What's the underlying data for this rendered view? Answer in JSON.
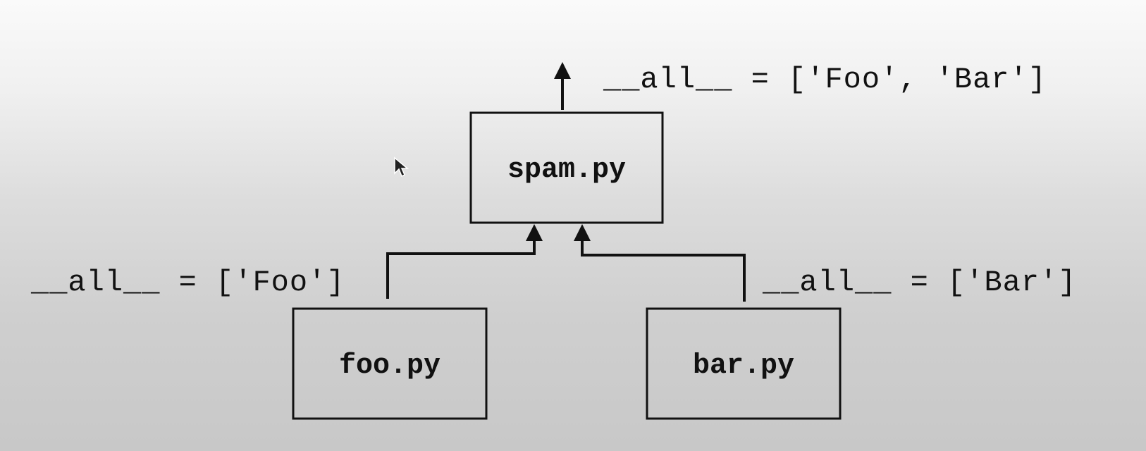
{
  "modules": {
    "spam": {
      "label": "spam.py"
    },
    "foo": {
      "label": "foo.py"
    },
    "bar": {
      "label": "bar.py"
    }
  },
  "annotations": {
    "spam_all": "__all__ = ['Foo', 'Bar']",
    "foo_all": "__all__ = ['Foo']",
    "bar_all": "__all__ = ['Bar']"
  },
  "colors": {
    "stroke": "#111111",
    "box_fill": "none"
  },
  "icons": {
    "cursor": "mouse-pointer-icon"
  }
}
